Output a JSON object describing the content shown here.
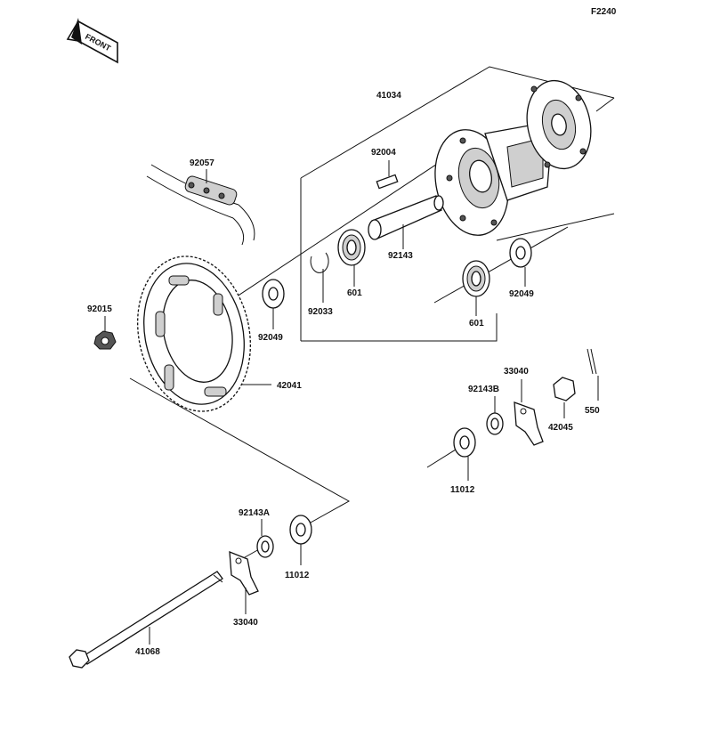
{
  "figure_code": "F2240",
  "front_indicator": "FRONT",
  "parts": {
    "hub": "41034",
    "sleeve": "92004",
    "collar": "92143",
    "chain": "92057",
    "sprocket_nut": "92015",
    "sprocket": "42041",
    "circlip": "92033",
    "seal_left": "92049",
    "bearing_left": "601",
    "bearing_right": "601",
    "seal_right": "92049",
    "collar_right": "92143B",
    "chain_adjuster_right": "33040",
    "axle_nut": "42045",
    "cotter_pin": "550",
    "cap_right": "11012",
    "collar_left": "92143A",
    "cap_left": "11012",
    "chain_adjuster_left": "33040",
    "axle": "41068"
  }
}
